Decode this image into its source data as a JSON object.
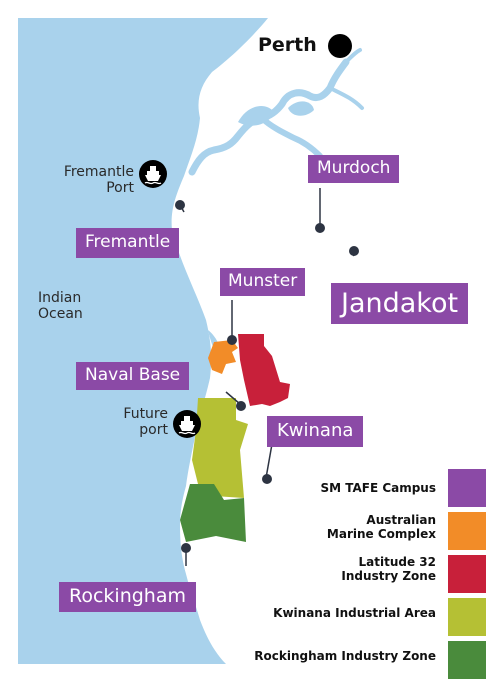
{
  "map": {
    "cities": {
      "perth": "Perth"
    },
    "places": {
      "fremantle_port_line1": "Fremantle",
      "fremantle_port_line2": "Port",
      "indian_ocean_line1": "Indian",
      "indian_ocean_line2": "Ocean",
      "future_port_line1": "Future",
      "future_port_line2": "port"
    },
    "campuses": {
      "murdoch": "Murdoch",
      "fremantle": "Fremantle",
      "munster": "Munster",
      "jandakot": "Jandakot",
      "naval_base": "Naval Base",
      "kwinana": "Kwinana",
      "rockingham": "Rockingham"
    },
    "icons": {
      "port": "ship-icon",
      "city": "city-dot-icon"
    }
  },
  "legend": {
    "items": [
      {
        "label": "SM TAFE Campus",
        "color": "#8b4aa6"
      },
      {
        "label_line1": "Australian",
        "label_line2": "Marine Complex",
        "color": "#f28c28"
      },
      {
        "label_line1": "Latitude 32",
        "label_line2": "Industry Zone",
        "color": "#c8203a"
      },
      {
        "label": "Kwinana Industrial Area",
        "color": "#b5c034"
      },
      {
        "label": "Rockingham Industry Zone",
        "color": "#4a8b3c"
      }
    ]
  },
  "colors": {
    "water": "#a9d2ec",
    "land": "#ffffff",
    "campus": "#8b4aa6",
    "marker": "#2d3442"
  }
}
